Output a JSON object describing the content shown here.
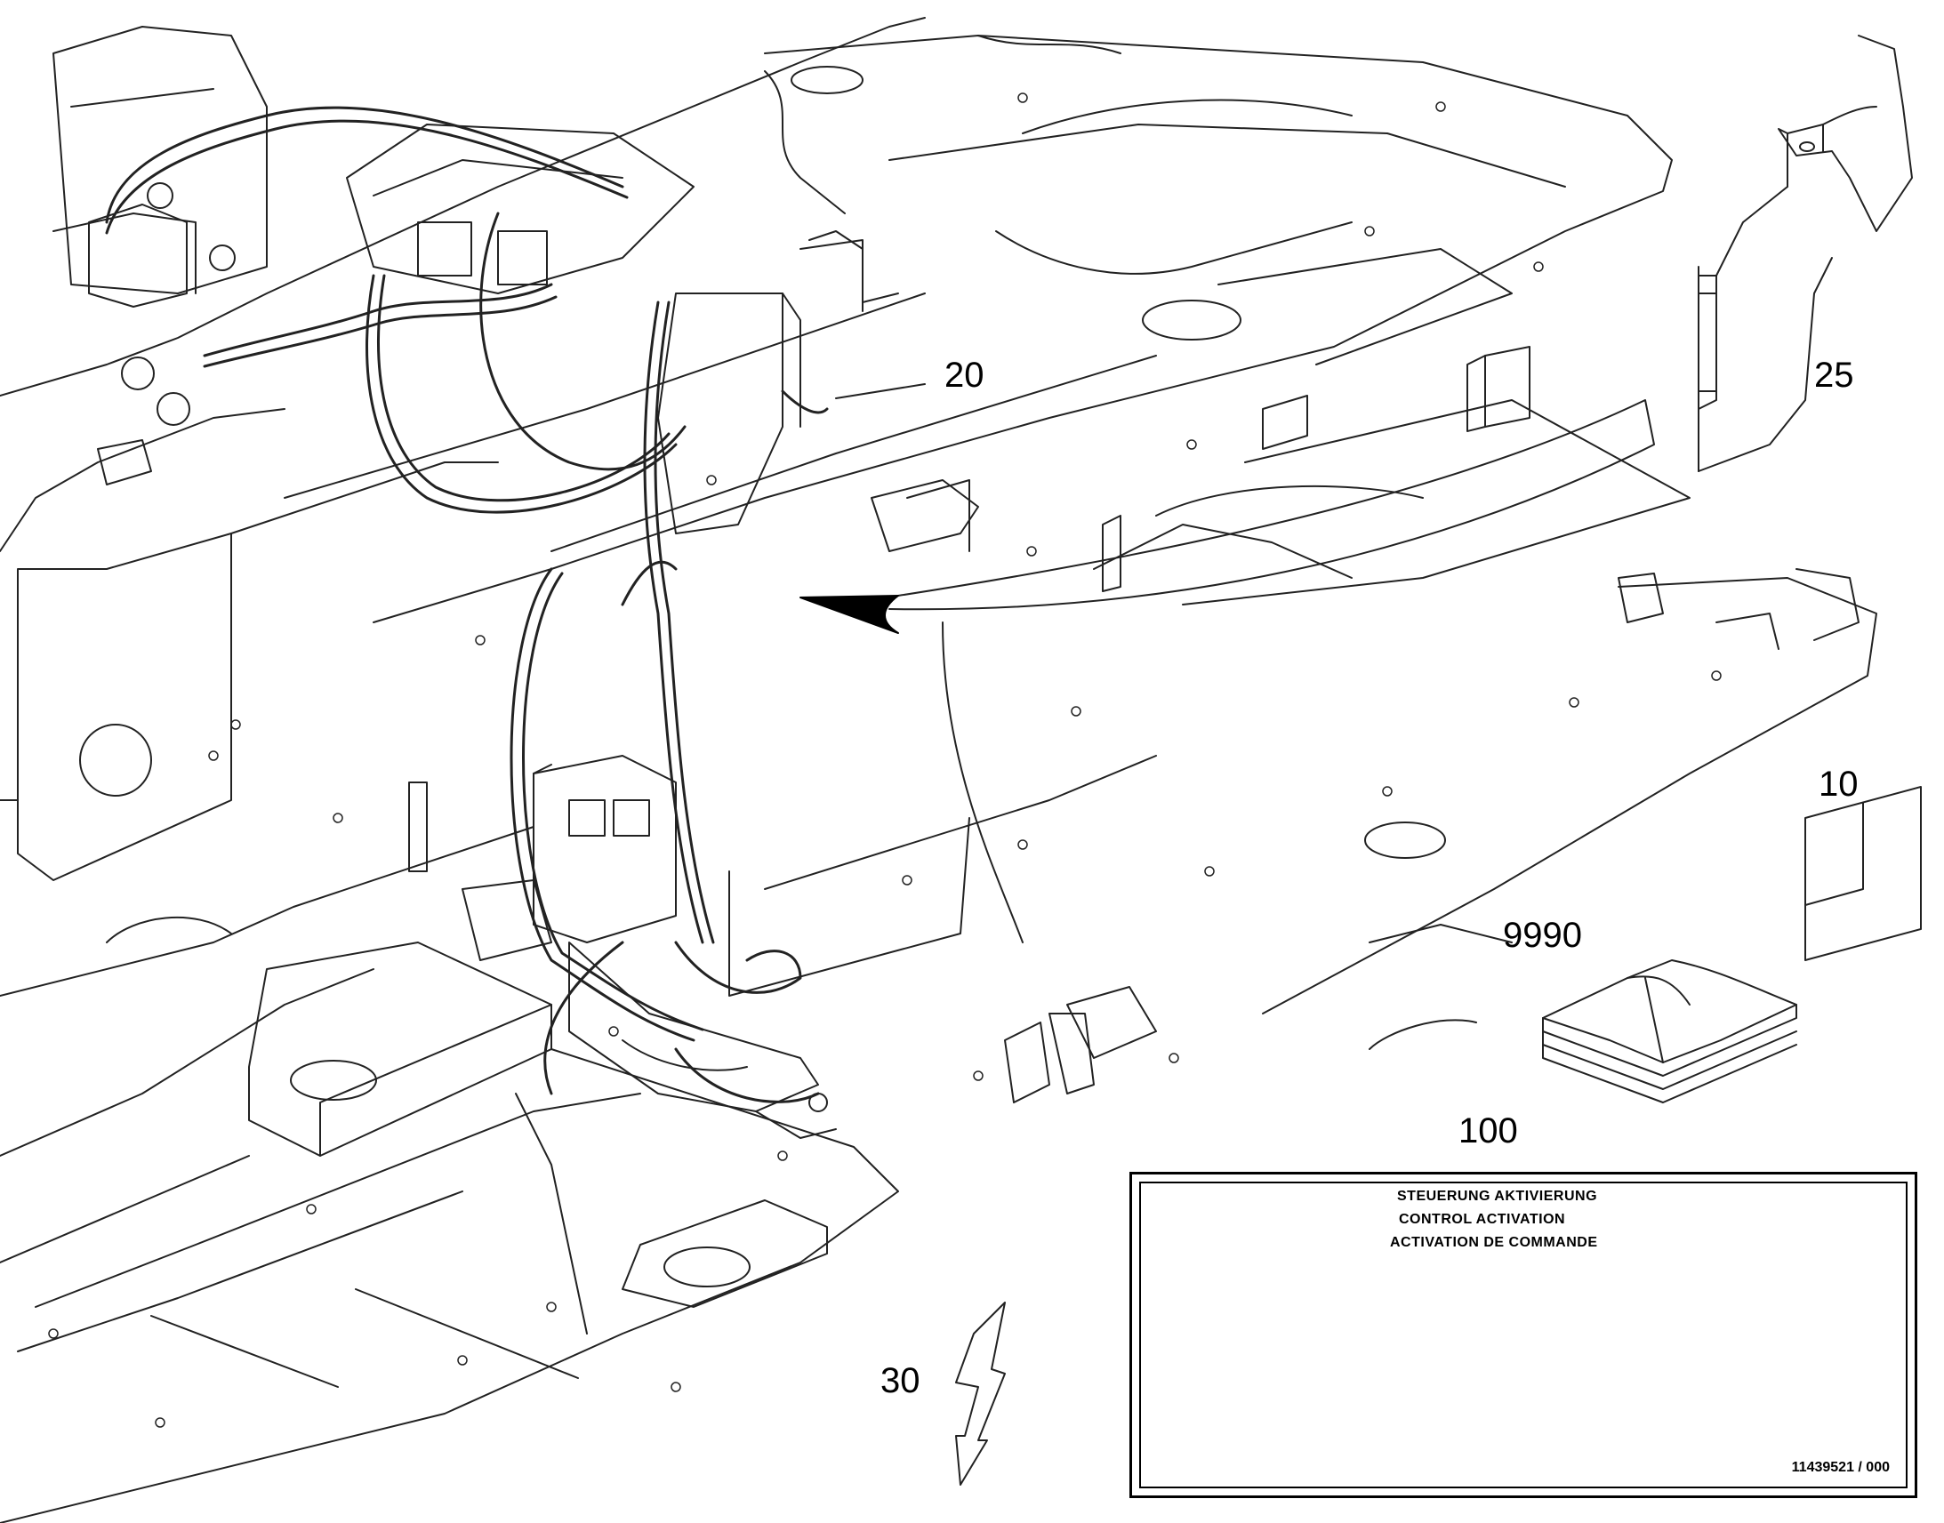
{
  "callouts": {
    "c20": "20",
    "c25": "25",
    "c10": "10",
    "c9990": "9990",
    "c100": "100",
    "c30": "30"
  },
  "decal": {
    "line_de": "STEUERUNG AKTIVIERUNG",
    "line_en": "CONTROL ACTIVATION",
    "line_fr": "ACTIVATION DE COMMANDE",
    "part_number": "11439521 / 000"
  },
  "icons": [
    "warning-triangle-icon",
    "manual-book-icon",
    "joystick-icon",
    "lightning-bolt-icon",
    "direction-arrow-icon"
  ]
}
